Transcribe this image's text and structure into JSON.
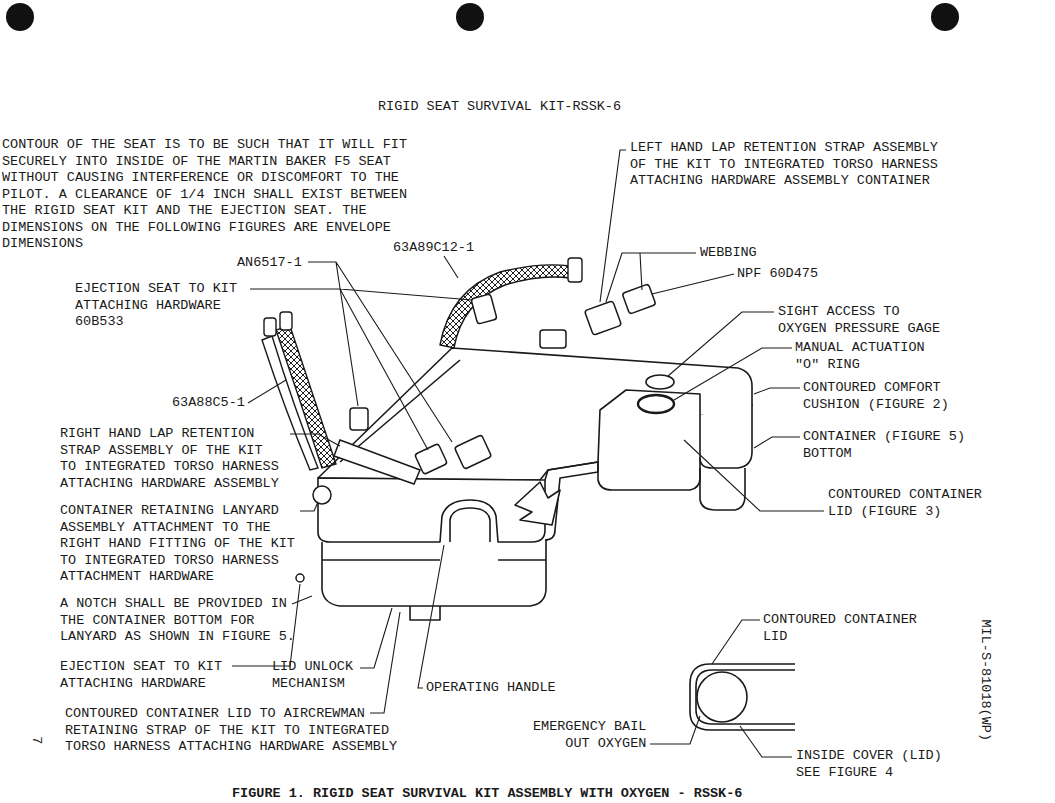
{
  "diagram": {
    "title": "RIGID SEAT SURVIVAL KIT-RSSK-6",
    "caption": "FIGURE 1. RIGID SEAT SURVIVAL KIT ASSEMBLY WITH OXYGEN - RSSK-6",
    "labels": [
      "CONTOUR OF THE SEAT IS TO BE SUCH THAT IT WILL FIT SECURELY INTO INSIDE OF THE MARTIN BAKER F5 SEAT WITHOUT CAUSING INTERFERENCE OR DISCOMFORT TO THE PILOT. A CLEARANCE OF 1/4 INCH SHALL EXIST BETWEEN THE RIGID SEAT KIT AND THE EJECTION SEAT. THE DIMENSIONS ON THE FOLLOWING FIGURES ARE ENVELOPE DIMENSIONS",
      "LEFT HAND LAP RETENTION STRAP ASSEMBLY OF THE KIT TO INTEGRATED TORSO HARNESS ATTACHING HARDWARE ASSEMBLY CONTAINER",
      "AN6517-1",
      "63A89C12-1",
      "WEBBING",
      "NPF 60D475",
      "EJECTION SEAT TO KIT ATTACHING HARDWARE 60B533",
      "SIGHT ACCESS TO OXYGEN PRESSURE GAGE",
      "MANUAL ACTUATION \"O\" RING",
      "CONTOURED COMFORT CUSHION (FIGURE 2)",
      "63A88C5-1",
      "CONTAINER (FIGURE 5) BOTTOM",
      "RIGHT HAND LAP RETENTION STRAP ASSEMBLY OF THE KIT TO INTEGRATED TORSO HARNESS ATTACHING HARDWARE ASSEMBLY",
      "CONTOURED CONTAINER LID (FIGURE 3)",
      "CONTAINER RETAINING LANYARD ASSEMBLY ATTACHMENT TO THE RIGHT HAND FITTING OF THE KIT TO INTEGRATED TORSO HARNESS ATTACHMENT HARDWARE",
      "A NOTCH SHALL BE PROVIDED IN THE CONTAINER BOTTOM FOR LANYARD AS SHOWN IN FIGURE 5.",
      "CONTOURED CONTAINER LID",
      "EJECTION SEAT TO KIT ATTACHING HARDWARE",
      "LID UNLOCK MECHANISM",
      "OPERATING HANDLE",
      "CONTOURED CONTAINER LID TO AIRCREWMAN RETAINING STRAP OF THE KIT TO INTEGRATED TORSO HARNESS ATTACHING HARDWARE ASSEMBLY",
      "EMERGENCY BAIL OUT OXYGEN",
      "INSIDE COVER (LID) SEE FIGURE 4",
      "MIL-S-81018(WP)",
      "7"
    ]
  }
}
